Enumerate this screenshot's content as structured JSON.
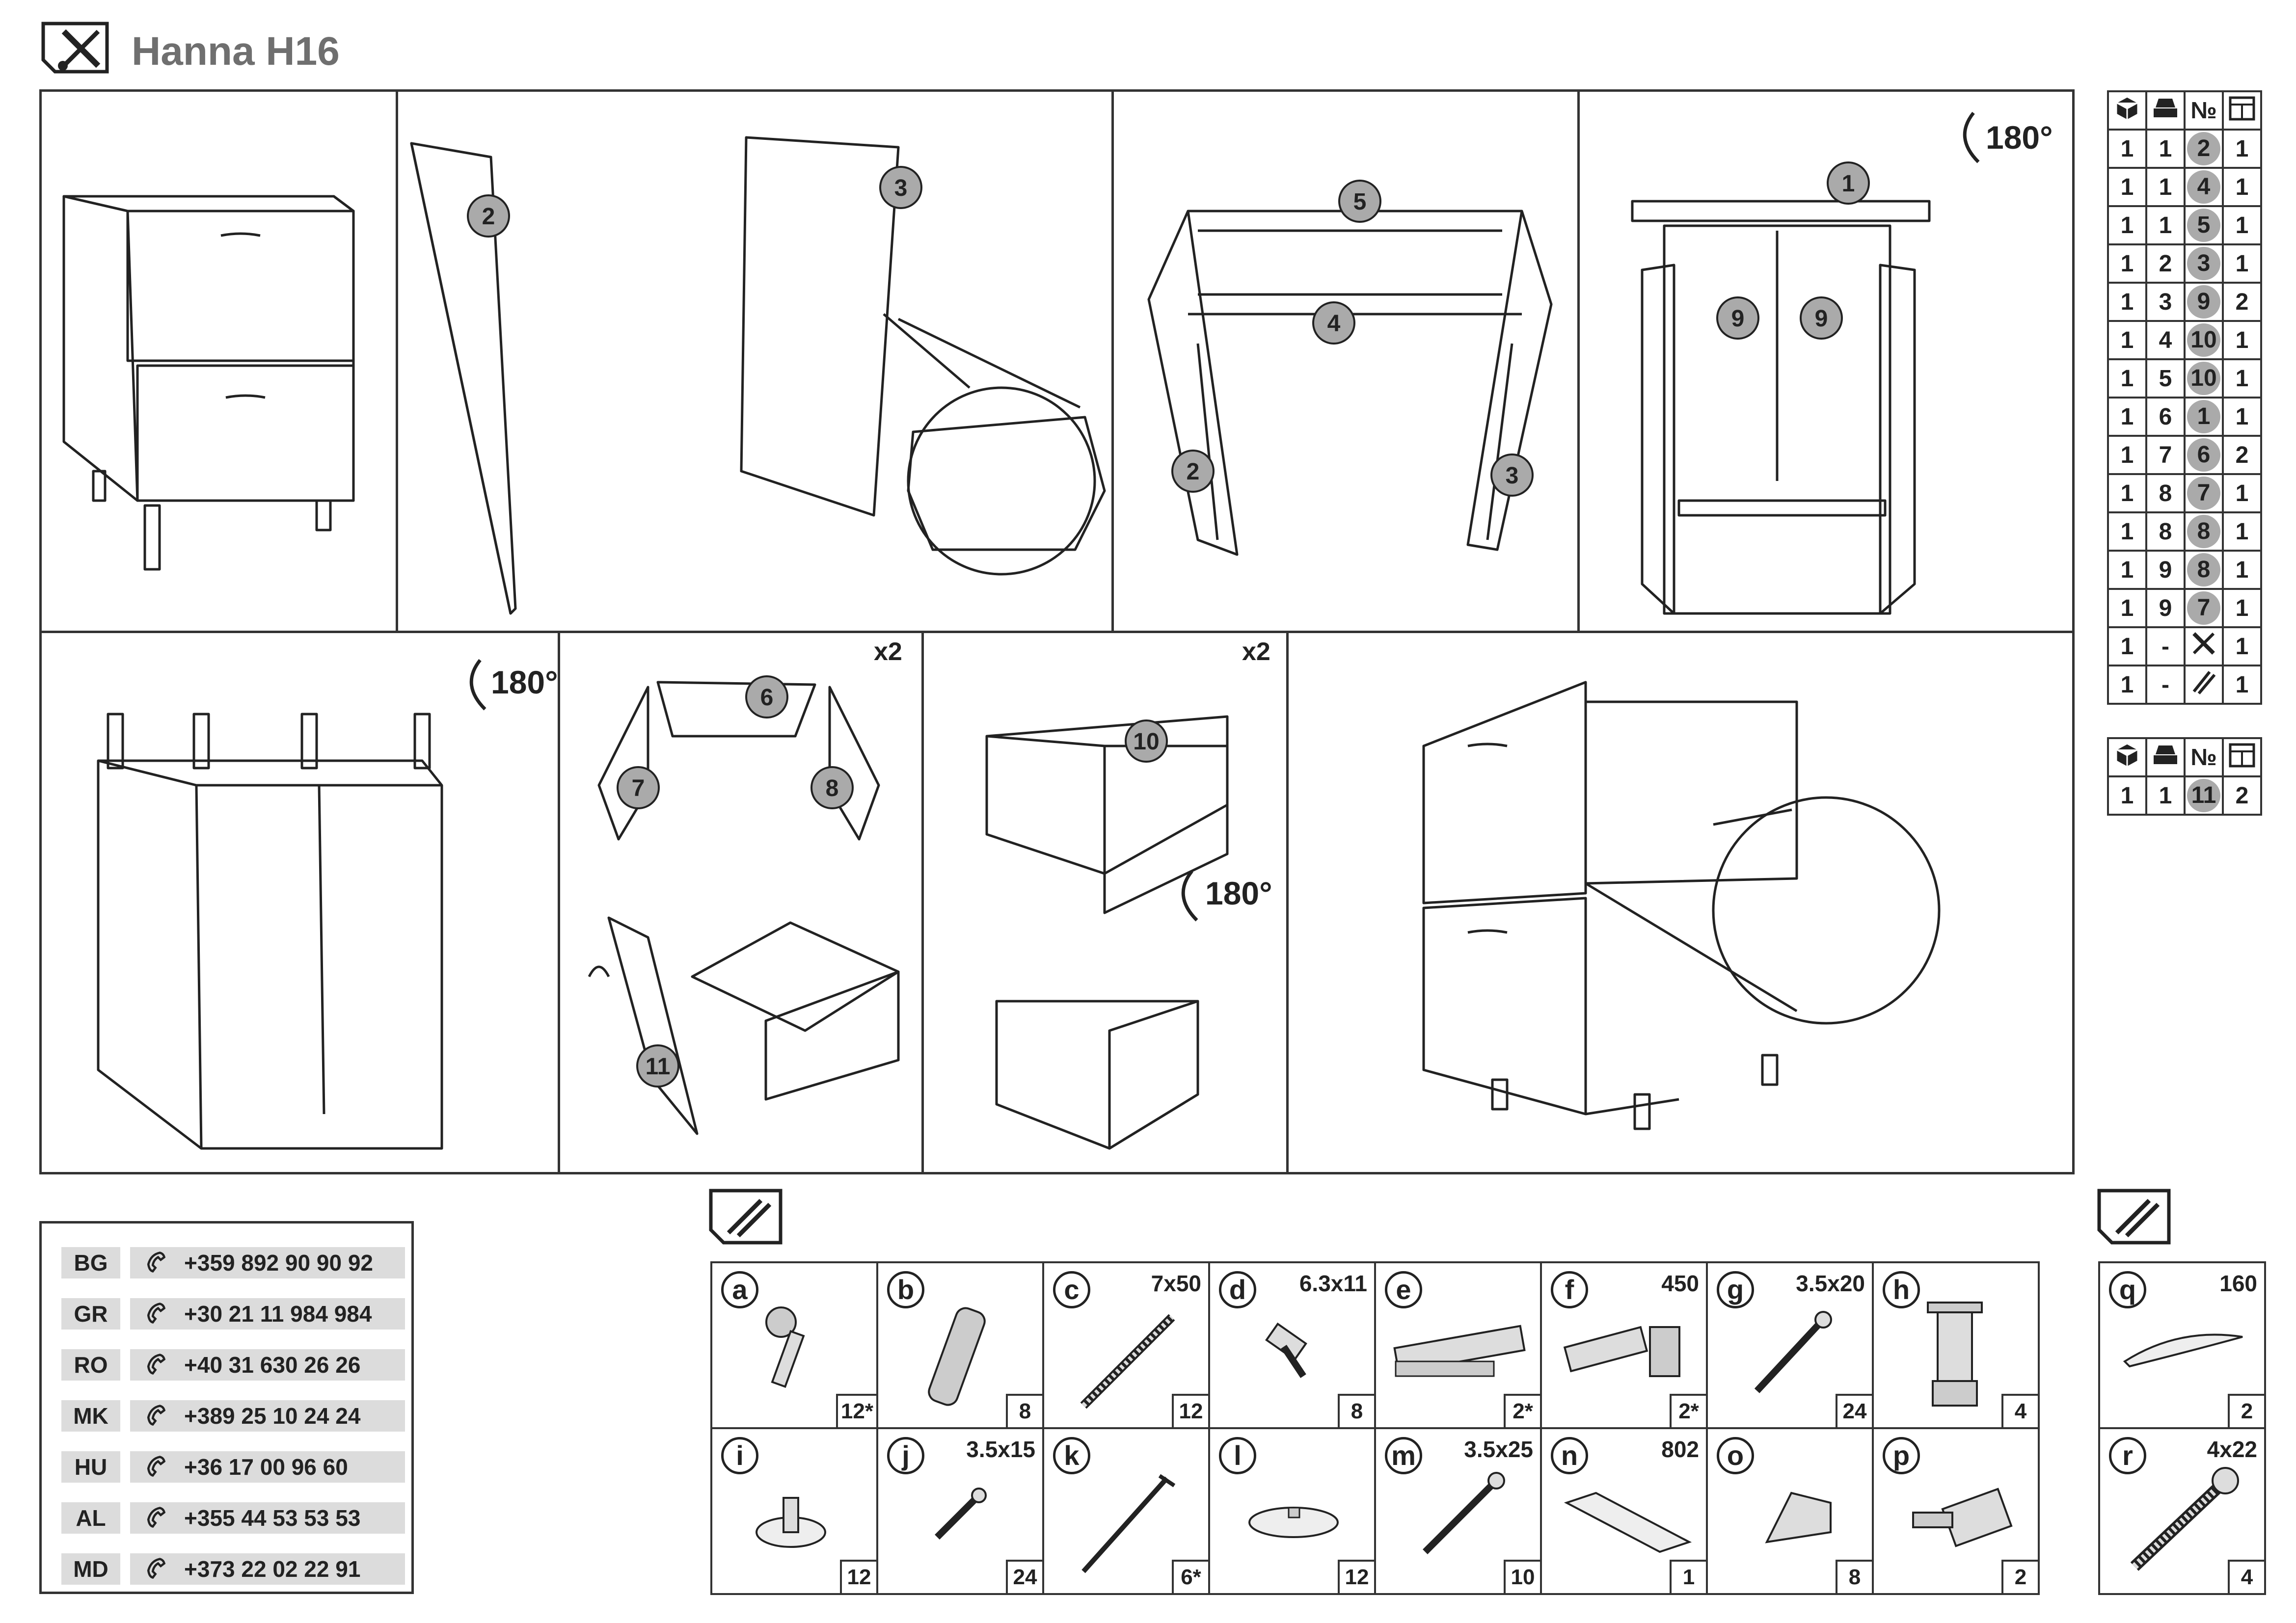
{
  "header": {
    "title": "Hanna H16"
  },
  "steps": {
    "rotate_label": "180°",
    "x2_label": "x2"
  },
  "parts_table_1": {
    "rows": [
      [
        "1",
        "1",
        "2",
        "1"
      ],
      [
        "1",
        "1",
        "4",
        "1"
      ],
      [
        "1",
        "1",
        "5",
        "1"
      ],
      [
        "1",
        "2",
        "3",
        "1"
      ],
      [
        "1",
        "3",
        "9",
        "2"
      ],
      [
        "1",
        "4",
        "10",
        "1"
      ],
      [
        "1",
        "5",
        "10",
        "1"
      ],
      [
        "1",
        "6",
        "1",
        "1"
      ],
      [
        "1",
        "7",
        "6",
        "2"
      ],
      [
        "1",
        "8",
        "7",
        "1"
      ],
      [
        "1",
        "8",
        "8",
        "1"
      ],
      [
        "1",
        "9",
        "8",
        "1"
      ],
      [
        "1",
        "9",
        "7",
        "1"
      ],
      [
        "1",
        "-",
        "tools-icon",
        "1"
      ],
      [
        "1",
        "-",
        "hardware-icon",
        "1"
      ]
    ],
    "header_no": "№"
  },
  "parts_table_2": {
    "rows": [
      [
        "1",
        "1",
        "11",
        "2"
      ]
    ],
    "header_no": "№"
  },
  "phones": [
    {
      "code": "BG",
      "number": "+359 892 90 90 92"
    },
    {
      "code": "GR",
      "number": "+30 21 11 984 984"
    },
    {
      "code": "RO",
      "number": "+40 31 630 26 26"
    },
    {
      "code": "MK",
      "number": "+389 25 10 24 24"
    },
    {
      "code": "HU",
      "number": "+36 17 00 96 60"
    },
    {
      "code": "AL",
      "number": "+355 44 53 53 53"
    },
    {
      "code": "MD",
      "number": "+373 22 02 22 91"
    }
  ],
  "hardware": [
    {
      "letter": "a",
      "spec": "",
      "qty": "12*"
    },
    {
      "letter": "b",
      "spec": "",
      "qty": "8"
    },
    {
      "letter": "c",
      "spec": "7x50",
      "qty": "12"
    },
    {
      "letter": "d",
      "spec": "6.3x11",
      "qty": "8"
    },
    {
      "letter": "e",
      "spec": "",
      "qty": "2*"
    },
    {
      "letter": "f",
      "spec": "450",
      "qty": "2*"
    },
    {
      "letter": "g",
      "spec": "3.5x20",
      "qty": "24"
    },
    {
      "letter": "h",
      "spec": "",
      "qty": "4"
    },
    {
      "letter": "i",
      "spec": "",
      "qty": "12"
    },
    {
      "letter": "j",
      "spec": "3.5x15",
      "qty": "24"
    },
    {
      "letter": "k",
      "spec": "",
      "qty": "6*"
    },
    {
      "letter": "l",
      "spec": "",
      "qty": "12"
    },
    {
      "letter": "m",
      "spec": "3.5x25",
      "qty": "10"
    },
    {
      "letter": "n",
      "spec": "802",
      "qty": "1"
    },
    {
      "letter": "o",
      "spec": "",
      "qty": "8"
    },
    {
      "letter": "p",
      "spec": "",
      "qty": "2"
    }
  ],
  "hardware_extra": [
    {
      "letter": "q",
      "spec": "160",
      "qty": "2"
    },
    {
      "letter": "r",
      "spec": "4x22",
      "qty": "4"
    }
  ]
}
